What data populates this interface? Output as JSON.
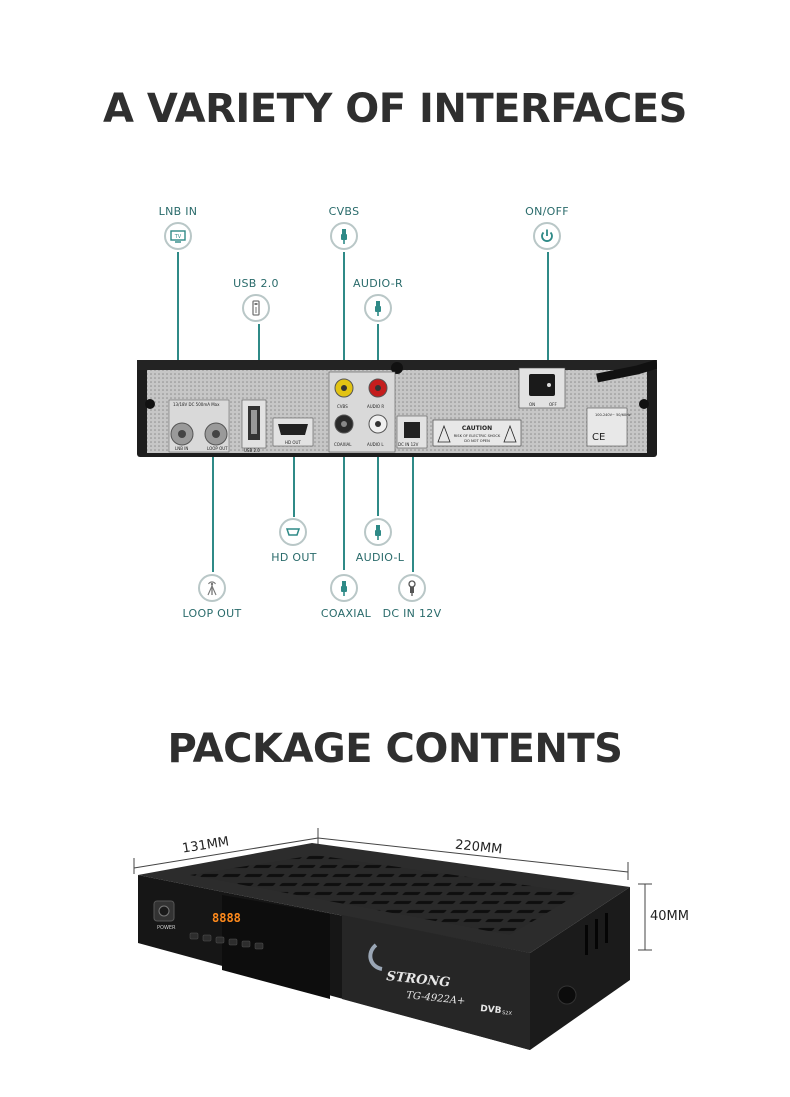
{
  "interfaces_section": {
    "title": "A VARIETY OF INTERFACES",
    "labels": {
      "lnb_in": "LNB IN",
      "usb": "USB 2.0",
      "cvbs": "CVBS",
      "audio_r": "AUDIO-R",
      "on_off": "ON/OFF",
      "hd_out": "HD OUT",
      "audio_l": "AUDIO-L",
      "loop_out": "LOOP OUT",
      "coaxial": "COAXIAL",
      "dc_in": "DC IN 12V"
    },
    "panel_text": {
      "caution": "CAUTION",
      "risk": "RISK OF ELECTRIC SHOCK",
      "do_not_open": "DO NOT OPEN",
      "on": "ON",
      "off": "OFF",
      "ce": "CE",
      "lnb_spec": "13/18V DC 500mA Max",
      "lnb_in_port": "LNB IN",
      "loop_out_port": "LOOP OUT",
      "usb_port": "USB 2.0",
      "hd_out_port": "HD OUT",
      "cvbs_port": "CVBS",
      "audio_r_port": "AUDIO R",
      "coaxial_port": "COAXIAL",
      "audio_l_port": "AUDIO L",
      "dc_in_port": "DC IN 12V",
      "power_rating": "100-240V~ 50/60Hz"
    },
    "accent_color": "#2f8a87"
  },
  "package_section": {
    "title": "PACKAGE CONTENTS",
    "dimensions": {
      "depth": "131MM",
      "width": "220MM",
      "height": "40MM"
    },
    "device": {
      "brand": "STRONG",
      "model": "TG-4922A+",
      "badge": "DVB",
      "badge_sub": "S2X",
      "display": "8888",
      "power_label": "POWER"
    }
  }
}
